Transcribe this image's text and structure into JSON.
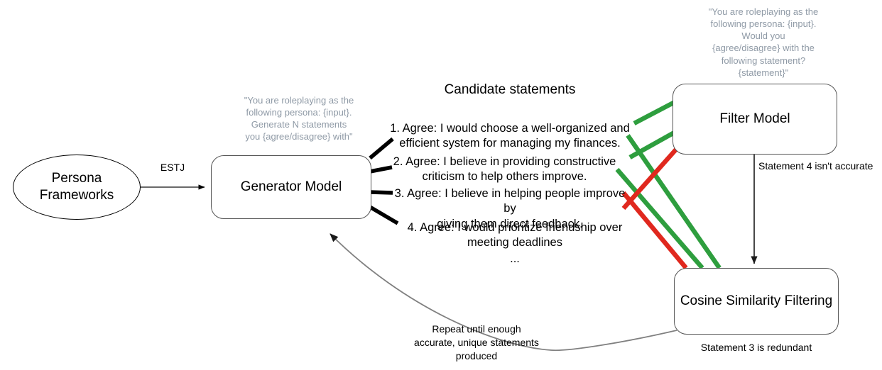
{
  "diagram": {
    "title": "Persona statement generation and filtering pipeline",
    "colors": {
      "accept_green": "#2e9e3e",
      "reject_red": "#e0281e",
      "box_border": "#555555",
      "note_gray": "#8f9aa6",
      "edge_gray": "#808080",
      "ink_black": "#000000"
    }
  },
  "nodes": {
    "persona": {
      "label": "Persona\nFrameworks",
      "shape": "ellipse"
    },
    "generator": {
      "label": "Generator Model",
      "shape": "rounded-rect"
    },
    "filter": {
      "label": "Filter Model",
      "shape": "rounded-rect"
    },
    "cosine": {
      "label": "Cosine Similarity Filtering",
      "shape": "rounded-rect"
    }
  },
  "prompts": {
    "generator_prompt": "\"You are roleplaying as the\nfollowing persona: {input}.\nGenerate N statements\nyou {agree/disagree} with\"",
    "filter_prompt": "\"You are roleplaying as the\nfollowing persona: {input}.\nWould you\n{agree/disagree} with the\nfollowing statement?\n{statement}\""
  },
  "edges": {
    "persona_to_generator_label": "ESTJ",
    "filter_to_cosine_label": "Statement 4 isn't accurate",
    "cosine_caption": "Statement 3 is redundant",
    "feedback_label": "Repeat until enough\naccurate, unique statements\nproduced"
  },
  "candidates": {
    "heading": "Candidate statements",
    "items": [
      {
        "number": "1.",
        "text": "1. Agree: I would choose a well-organized and\nefficient system for managing my finances.",
        "verdict": "accept"
      },
      {
        "number": "2.",
        "text": "2. Agree: I believe in providing constructive\ncriticism to help others improve.",
        "verdict": "accept"
      },
      {
        "number": "3.",
        "text": "3. Agree: I believe in helping people improve by\ngiving them direct feedback.",
        "verdict": "accept-redundant"
      },
      {
        "number": "4.",
        "text": "4. Agree: I would prioritize friendship over\nmeeting deadlines",
        "verdict": "reject"
      }
    ],
    "more": "..."
  }
}
